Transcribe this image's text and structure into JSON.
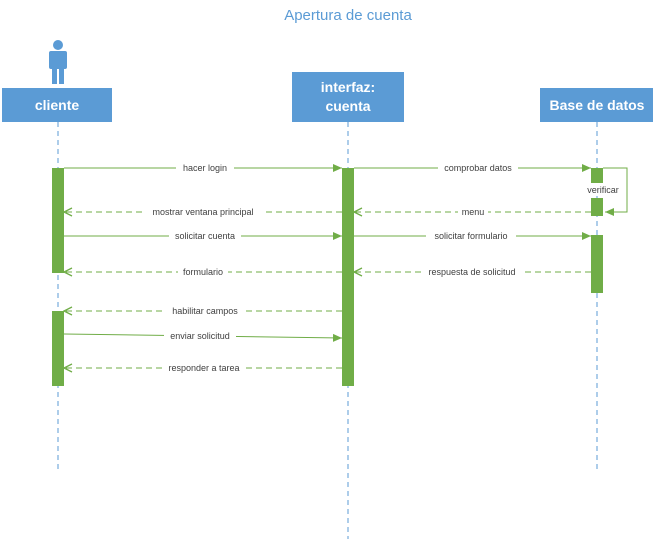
{
  "title": "Apertura de cuenta",
  "colors": {
    "participant_fill": "#5B9BD5",
    "participant_text": "#FFFFFF",
    "lifeline": "#5B9BD5",
    "activation": "#70AD47",
    "message": "#70AD47",
    "title": "#5B9BD5",
    "label": "#404040"
  },
  "participants": [
    {
      "id": "cliente",
      "lines": [
        "cliente"
      ],
      "actor_icon": "person-icon"
    },
    {
      "id": "interfaz",
      "lines": [
        "interfaz:",
        "cuenta"
      ],
      "actor_icon": ""
    },
    {
      "id": "base",
      "lines": [
        "Base de datos"
      ],
      "actor_icon": ""
    }
  ],
  "messages": [
    {
      "id": "hacer-login",
      "label": "hacer login",
      "from": "cliente",
      "to": "interfaz",
      "style": "solid"
    },
    {
      "id": "comprobar-datos",
      "label": "comprobar datos",
      "from": "interfaz",
      "to": "base",
      "style": "solid"
    },
    {
      "id": "verificar",
      "label": "verificar",
      "from": "base",
      "to": "base",
      "style": "self"
    },
    {
      "id": "menu",
      "label": "menu",
      "from": "base",
      "to": "interfaz",
      "style": "dashed"
    },
    {
      "id": "mostrar-ventana",
      "label": "mostrar ventana principal",
      "from": "interfaz",
      "to": "cliente",
      "style": "dashed"
    },
    {
      "id": "solicitar-cuenta",
      "label": "solicitar cuenta",
      "from": "cliente",
      "to": "interfaz",
      "style": "solid"
    },
    {
      "id": "solicitar-formulario",
      "label": "solicitar formulario",
      "from": "interfaz",
      "to": "base",
      "style": "solid"
    },
    {
      "id": "respuesta-solicitud",
      "label": "respuesta de solicitud",
      "from": "base",
      "to": "interfaz",
      "style": "dashed"
    },
    {
      "id": "formulario",
      "label": "formulario",
      "from": "interfaz",
      "to": "cliente",
      "style": "dashed"
    },
    {
      "id": "habilitar-campos",
      "label": "habilitar campos",
      "from": "interfaz",
      "to": "cliente",
      "style": "dashed"
    },
    {
      "id": "enviar-solicitud",
      "label": "enviar solicitud",
      "from": "cliente",
      "to": "interfaz",
      "style": "solid"
    },
    {
      "id": "responder-tarea",
      "label": "responder a tarea",
      "from": "interfaz",
      "to": "cliente",
      "style": "dashed"
    }
  ]
}
